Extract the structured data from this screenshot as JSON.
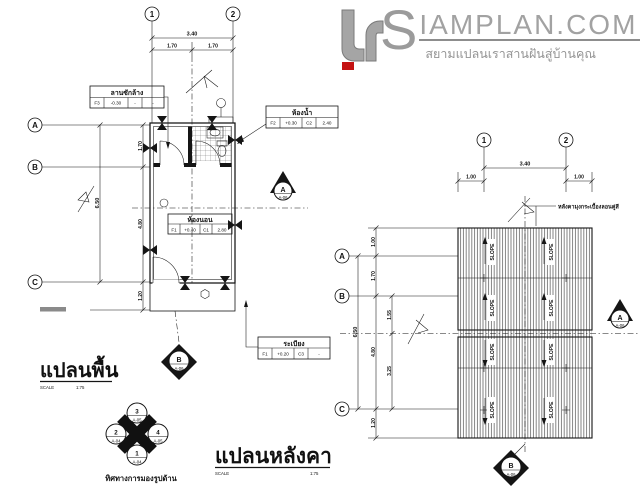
{
  "logo": {
    "initial": "S",
    "brand": "IAMPLAN.COM",
    "tagline": "สยามแปลนเราสานฝันสู่บ้านคุณ"
  },
  "floor_plan": {
    "title": "แปลนพื้น",
    "scale_label": "SCALE",
    "scale_value": "1:75",
    "grid_cols": [
      "1",
      "2"
    ],
    "grid_rows": [
      "A",
      "B",
      "C"
    ],
    "dims": {
      "width_total": "3.40",
      "width_1": "1.70",
      "width_2": "1.70",
      "height_total": "6.50",
      "height_ab": "1.70",
      "height_bc": "4.80",
      "porch_depth": "1.20"
    },
    "rooms": {
      "wash": {
        "name": "ลานซักล้าง",
        "floor": "F3",
        "level": "-0.30",
        "ceiling": "-",
        "height": "-"
      },
      "bath": {
        "name": "ห้องน้ำ",
        "floor": "F2",
        "level": "+0.30",
        "ceiling": "C2",
        "height": "2.40"
      },
      "bed": {
        "name": "ห้องนอน",
        "floor": "F1",
        "level": "+0.40",
        "ceiling": "C1",
        "height": "2.80"
      },
      "porch": {
        "name": "ระเบียง",
        "floor": "F1",
        "level": "+0.20",
        "ceiling": "C3",
        "height": "-"
      }
    },
    "marker_a": {
      "label": "A",
      "sheet": "A-06"
    },
    "marker_b": {
      "label": "B",
      "sheet": "A-06"
    }
  },
  "roof_plan": {
    "title": "แปลนหลังคา",
    "scale_label": "SCALE",
    "scale_value": "1:75",
    "grid_cols": [
      "1",
      "2"
    ],
    "grid_rows": [
      "A",
      "B",
      "C"
    ],
    "dims": {
      "width_total": "3.40",
      "eave_left": "1.00",
      "eave_right": "1.00",
      "eave_top": "1.00",
      "height_ab": "1.70",
      "height_total": "6.50",
      "height_bc": "4.80",
      "ridge_upper": "1.55",
      "ridge_lower": "3.25",
      "eave_bottom": "1.20"
    },
    "note": "หลังคามุงกระเบื้องลอนคู่สี",
    "slope_label": "SLOPE",
    "marker_a": {
      "label": "A",
      "sheet": "A-06"
    },
    "marker_b": {
      "label": "B",
      "sheet": "A-06"
    }
  },
  "compass": {
    "caption": "ทิศทางการมองรูปด้าน",
    "top": {
      "num": "3",
      "sheet": "A-05"
    },
    "left": {
      "num": "2",
      "sheet": "A-04"
    },
    "right": {
      "num": "4",
      "sheet": "A-05"
    },
    "bottom": {
      "num": "1",
      "sheet": "A-04"
    }
  }
}
